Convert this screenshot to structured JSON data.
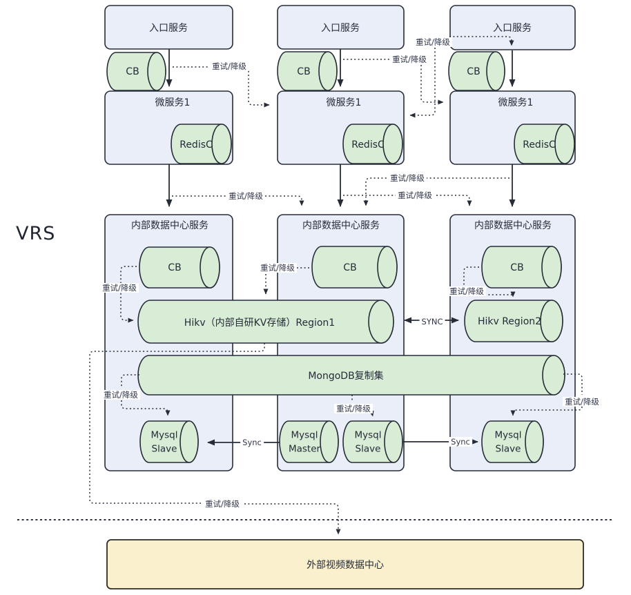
{
  "diagram": {
    "side_label": "VRS",
    "nodes": {
      "entry_service": "入口服务",
      "microservice": "微服务1",
      "cb": "CB",
      "redis_client": "RedisC",
      "internal_dc": "内部数据中心服务",
      "hikv_region1": "Hikv（内部自研KV存储）Region1",
      "hikv_region2": "Hikv Region2",
      "mongodb": "MongoDB复制集",
      "mysql_master_line1": "Mysql",
      "mysql_master_line2": "Master",
      "mysql_slave_line1": "Mysql",
      "mysql_slave_line2": "Slave",
      "external_dc": "外部视频数据中心"
    },
    "edge_labels": {
      "retry": "重试/降级",
      "sync_upper": "SYNC",
      "sync_lower": "Sync"
    },
    "colors": {
      "service_box_fill": "#e9eef9",
      "cylinder_fill": "#d9ecd6",
      "external_box_fill": "#faf0cd",
      "stroke": "#262c38"
    }
  }
}
